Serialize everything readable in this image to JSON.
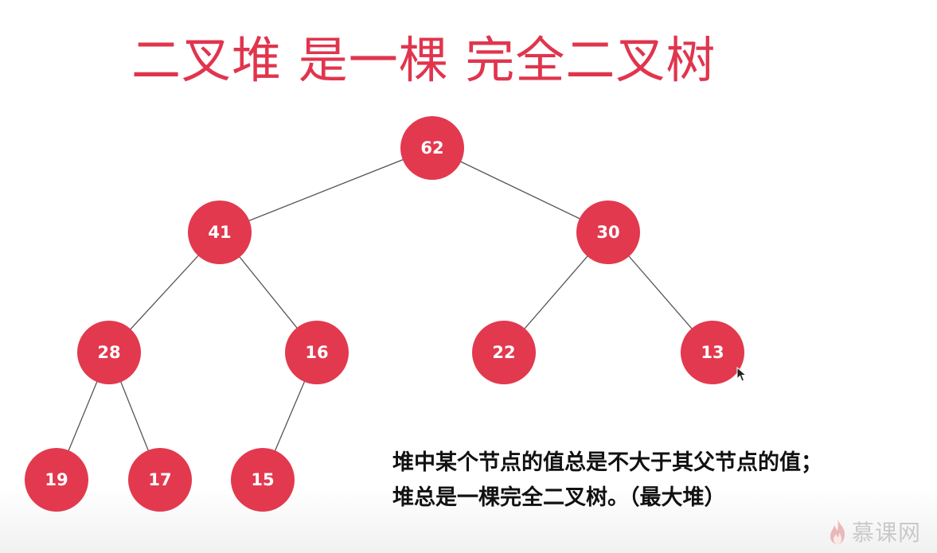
{
  "title": "二叉堆 是一棵 完全二叉树",
  "tree": {
    "nodes": [
      {
        "id": "n62",
        "value": "62"
      },
      {
        "id": "n41",
        "value": "41"
      },
      {
        "id": "n30",
        "value": "30"
      },
      {
        "id": "n28",
        "value": "28"
      },
      {
        "id": "n16",
        "value": "16"
      },
      {
        "id": "n22",
        "value": "22"
      },
      {
        "id": "n13",
        "value": "13"
      },
      {
        "id": "n19",
        "value": "19"
      },
      {
        "id": "n17",
        "value": "17"
      },
      {
        "id": "n15",
        "value": "15"
      }
    ],
    "edges": [
      [
        "n62",
        "n41"
      ],
      [
        "n62",
        "n30"
      ],
      [
        "n41",
        "n28"
      ],
      [
        "n41",
        "n16"
      ],
      [
        "n30",
        "n22"
      ],
      [
        "n30",
        "n13"
      ],
      [
        "n28",
        "n19"
      ],
      [
        "n28",
        "n17"
      ],
      [
        "n16",
        "n15"
      ]
    ]
  },
  "description": {
    "line1": "堆中某个节点的值总是不大于其父节点的值；",
    "line2": "堆总是一棵完全二叉树。（最大堆）"
  },
  "watermark": {
    "text": "慕课网",
    "icon": "flame-icon"
  },
  "colors": {
    "node": "#e2394f",
    "title": "#e0354d"
  }
}
